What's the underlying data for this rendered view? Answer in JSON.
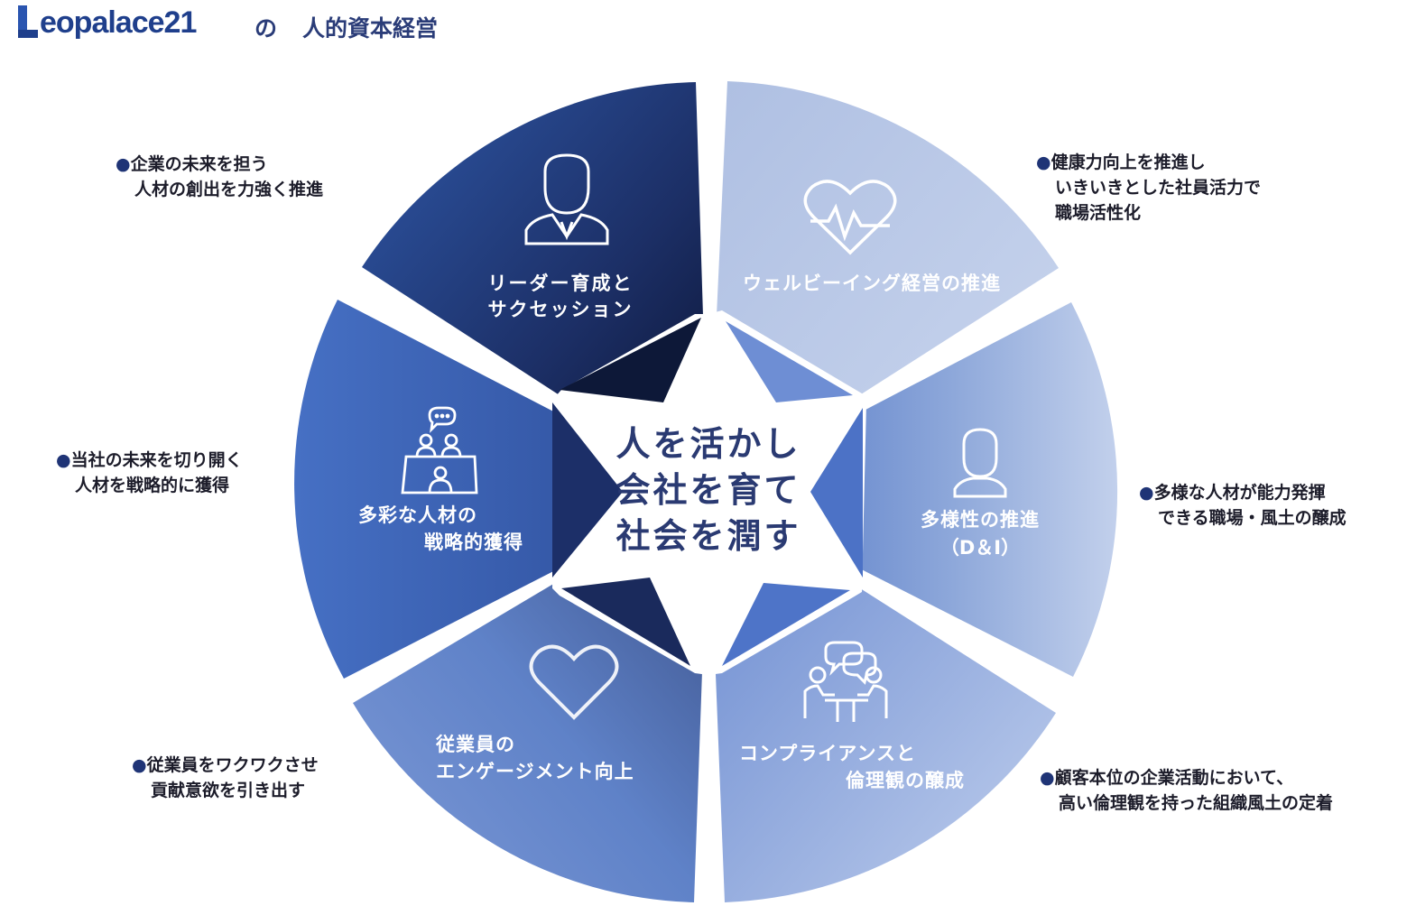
{
  "header": {
    "logo_text": "eopalace21",
    "logo_initial": "L",
    "particle": "の",
    "title": "人的資本経営"
  },
  "center": {
    "lines": [
      "人を活かし",
      "会社を育て",
      "社会を潤す"
    ]
  },
  "segments": [
    {
      "icon": "businessman-icon",
      "lines": [
        "リーダー育成と",
        "サクセッション"
      ]
    },
    {
      "icon": "heartbeat-icon",
      "lines": [
        "ウェルビーイング経営の推進"
      ]
    },
    {
      "icon": "person-silhouette-icon",
      "lines": [
        "多様性の推進",
        "（D＆I）"
      ]
    },
    {
      "icon": "meeting-icon",
      "lines": [
        "コンプライアンスと",
        "倫理観の醸成"
      ]
    },
    {
      "icon": "heart-outline-icon",
      "lines": [
        "従業員の",
        "エンゲージメント向上"
      ]
    },
    {
      "icon": "interview-icon",
      "lines": [
        "多彩な人材の",
        "戦略的獲得"
      ]
    }
  ],
  "notes": [
    {
      "bullet": "●",
      "line1": "企業の未来を担う",
      "line2": "人材の創出を力強く推進"
    },
    {
      "bullet": "●",
      "line1": "健康力向上を推進し",
      "line2": "いきいきとした社員活力で",
      "line3": "職場活性化"
    },
    {
      "bullet": "●",
      "line1": "多様な人材が能力発揮",
      "line2": "できる職場・風土の醸成"
    },
    {
      "bullet": "●",
      "line1": "顧客本位の企業活動において、",
      "line2": "高い倫理観を持った組織風土の定着"
    },
    {
      "bullet": "●",
      "line1": "従業員をワクワクさせ",
      "line2": "貢献意欲を引き出す"
    },
    {
      "bullet": "●",
      "line1": "当社の未来を切り開く",
      "line2": "人材を戦略的に獲得"
    }
  ],
  "colors": {
    "navy": "#0f1a3c",
    "blue": "#3a62b8",
    "light_blue": "#b8c8e8",
    "text_dark": "#1c1c2a"
  }
}
